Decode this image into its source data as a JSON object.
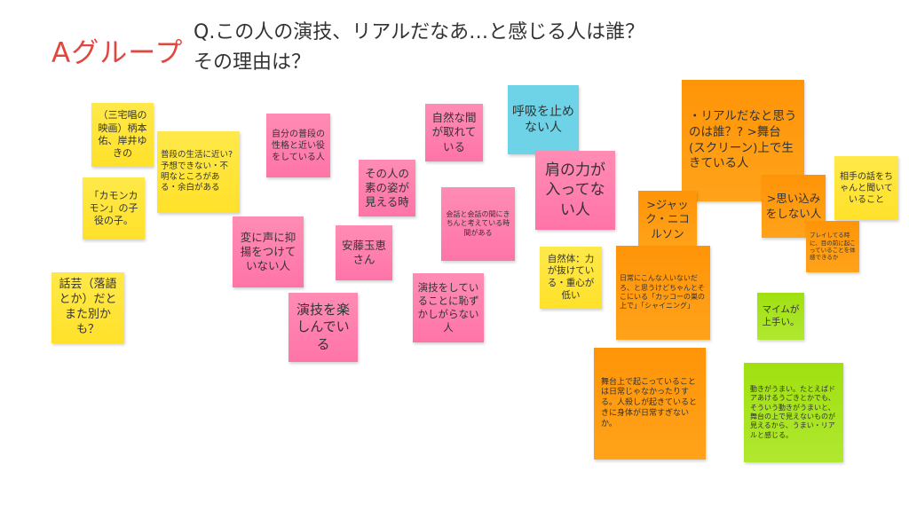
{
  "header": {
    "group_title": "Aグループ",
    "question_line1": "Q.この人の演技、リアルだなあ…と感じる人は誰？",
    "question_line2": "その理由は？"
  },
  "colors": {
    "yellow": "#ffe43a",
    "pink": "#ff7fae",
    "blue": "#6ed3e6",
    "orange": "#ff9a10",
    "green": "#a8e020",
    "title_red": "#e2463f"
  },
  "notes": [
    {
      "color": "yellow",
      "text": "（三宅唱の映画）柄本佑、岸井ゆきの"
    },
    {
      "color": "yellow",
      "text": "普段の生活に近い?予想できない・不明なところがある・余白がある"
    },
    {
      "color": "yellow",
      "text": "「カモンカモン」の子役の子。"
    },
    {
      "color": "yellow",
      "text": "話芸（落語とか）だとまた別かも？"
    },
    {
      "color": "pink",
      "text": "自分の普段の性格と近い役をしている人"
    },
    {
      "color": "pink",
      "text": "変に声に抑揚をつけていない人"
    },
    {
      "color": "pink",
      "text": "演技を楽しんでいる"
    },
    {
      "color": "pink",
      "text": "その人の素の姿が見える時"
    },
    {
      "color": "pink",
      "text": "安藤玉恵さん"
    },
    {
      "color": "pink",
      "text": "自然な間が取れている"
    },
    {
      "color": "pink",
      "text": "会話と会話の間にきちんと考えている時間がある"
    },
    {
      "color": "pink",
      "text": "演技をしていることに恥ずかしがらない人"
    },
    {
      "color": "blue",
      "text": "呼吸を止めない人"
    },
    {
      "color": "pink",
      "text": "肩の力が入ってない人"
    },
    {
      "color": "yellow",
      "text": "自然体：力が抜けている・重心が低い"
    },
    {
      "color": "orange",
      "text": "・リアルだなと思うのは誰？? >舞台(スクリーン)上で生きている人"
    },
    {
      "color": "orange",
      "text": ">ジャック・ニコルソン"
    },
    {
      "color": "orange",
      "text": "日常にこんな人いないだろ、と思うけどちゃんとそこにいる「カッコーの巣の上で」「シャイニング」"
    },
    {
      "color": "orange",
      "text": ">思い込みをしない人"
    },
    {
      "color": "yellow",
      "text": "相手の話をちゃんと聞いていること"
    },
    {
      "color": "orange",
      "text": "プレイしてる時に、目の前に起こっていることを体感できるか"
    },
    {
      "color": "green",
      "text": "マイムが上手い。"
    },
    {
      "color": "orange",
      "text": "舞台上で起こっていることは日常じゃなかったりする。人殺しが起きているときに身体が日常すぎないか。"
    },
    {
      "color": "green",
      "text": "動きがうまい。たとえばドアあけるうごきとかでも、そういう動きがうまいと、舞台の上で見えないものが見えるから、うまい・リアルと感じる。"
    }
  ]
}
